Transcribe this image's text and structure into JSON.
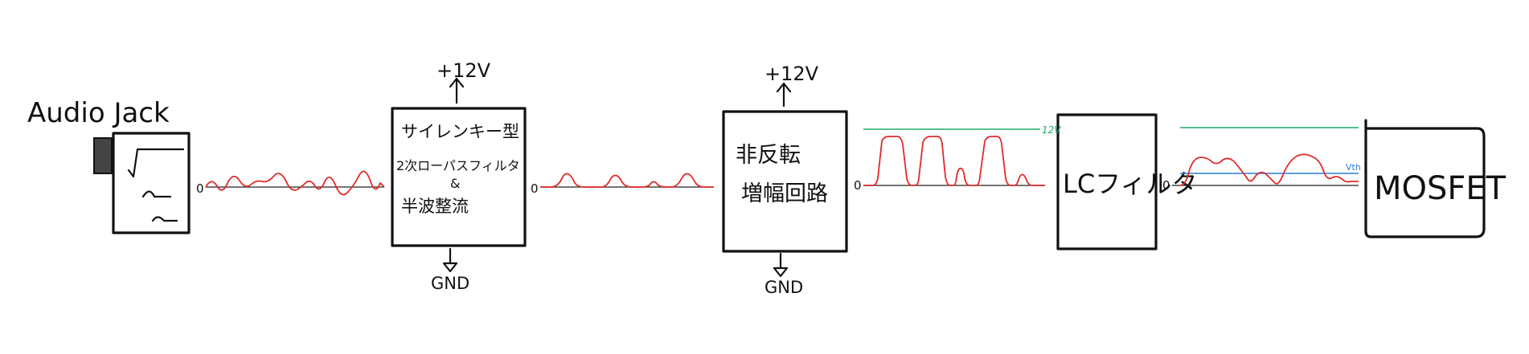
{
  "diagram": {
    "audio_jack": {
      "title": "Audio Jack"
    },
    "block_filter": {
      "line1": "サイレンキー型",
      "line2": "2次ローパスフィルタ",
      "line3": "&",
      "line4": "半波整流",
      "power": "+12V",
      "ground": "GND"
    },
    "block_amp": {
      "line1": "非反転",
      "line2": "増幅回路",
      "power": "+12V",
      "ground": "GND"
    },
    "block_lc": {
      "label": "LCフィルタ"
    },
    "block_mosfet": {
      "label": "MOSFET"
    },
    "signals": {
      "zero_label": "0",
      "twelve_volt_label": "12V",
      "vth_label": "Vth"
    },
    "colors": {
      "stroke": "#111111",
      "signal": "#e02b2b",
      "level_12v": "#1faa6b",
      "level_vth": "#2a7fd4"
    }
  }
}
